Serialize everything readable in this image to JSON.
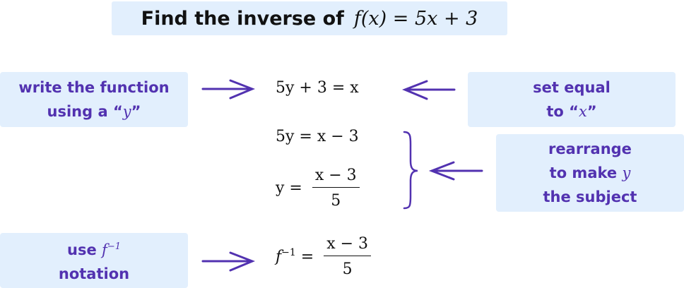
{
  "title": {
    "prefix": "Find the inverse of",
    "function": "f(x) = 5x + 3"
  },
  "steps": [
    {
      "label_line1": "write the function",
      "label_line2_text": "using a “",
      "label_line2_var": "y",
      "label_line2_end": "”",
      "equation": "5y + 3 = x"
    },
    {
      "label_line1": "set equal",
      "label_line2_text": "to “",
      "label_line2_var": "x",
      "label_line2_end": "”"
    },
    {
      "equation": "5y = x − 3"
    },
    {
      "lhs": "y =",
      "numerator": "x − 3",
      "denominator": "5"
    },
    {
      "label_line1": "rearrange",
      "label_line2_text": "to make ",
      "label_line2_var": "y",
      "label_line3": "the subject"
    },
    {
      "label_line1_text": "use ",
      "label_line1_var": "f",
      "label_line1_sup": "−1",
      "label_line2": "notation",
      "lhs_base": "f",
      "lhs_sup": "−1",
      "lhs_eq": "=",
      "numerator": "x − 3",
      "denominator": "5"
    }
  ],
  "colors": {
    "accent": "#5232b0",
    "box": "#e2effd"
  }
}
